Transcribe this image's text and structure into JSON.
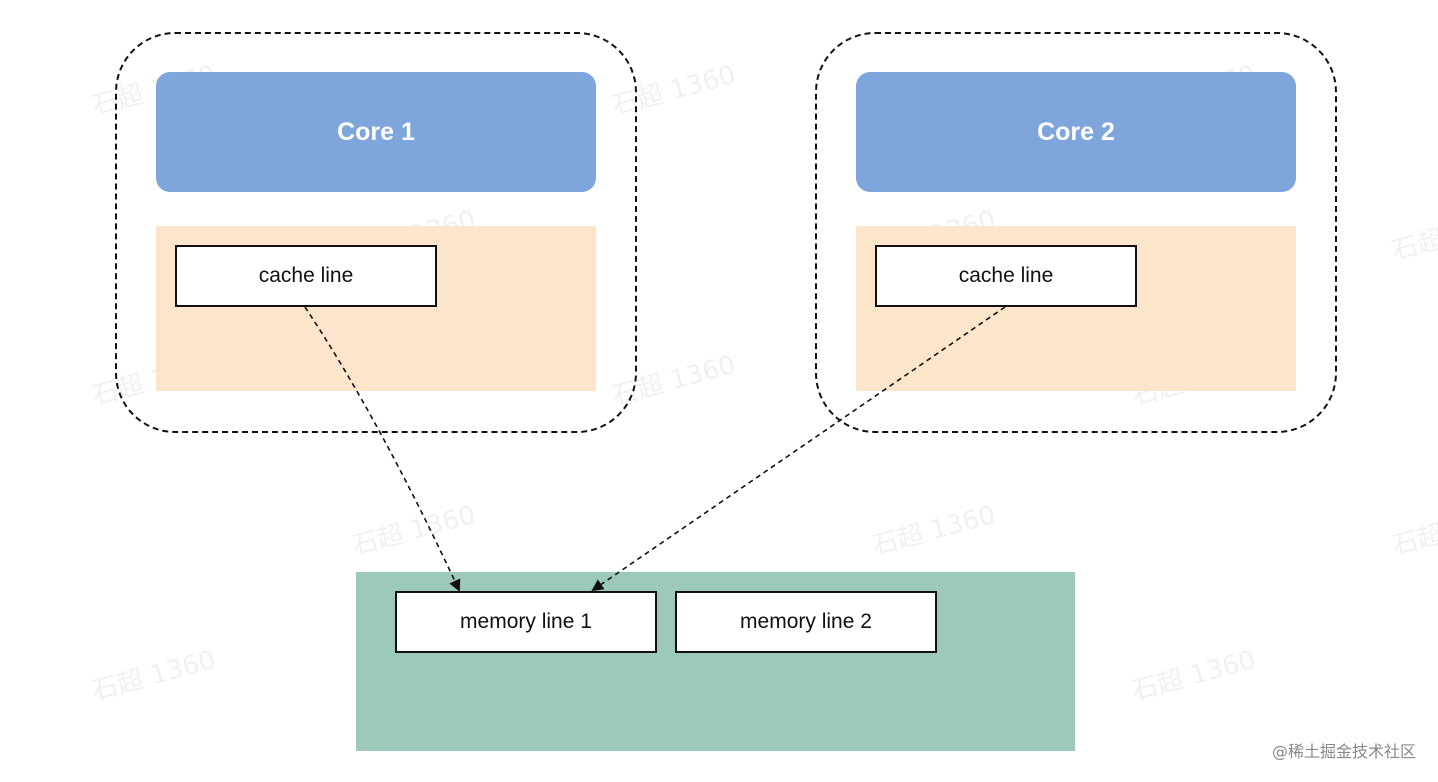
{
  "cores": [
    {
      "label": "Core 1",
      "cache_line_label": "cache line"
    },
    {
      "label": "Core 2",
      "cache_line_label": "cache line"
    }
  ],
  "memory": {
    "lines": [
      "memory line 1",
      "memory line 2"
    ]
  },
  "watermark_text": "石超 1360",
  "credit": "@稀土掘金技术社区",
  "colors": {
    "core": "#7ea6dc",
    "cache": "#fde5cc",
    "memory": "#9dc9bd",
    "stroke": "#111111"
  }
}
